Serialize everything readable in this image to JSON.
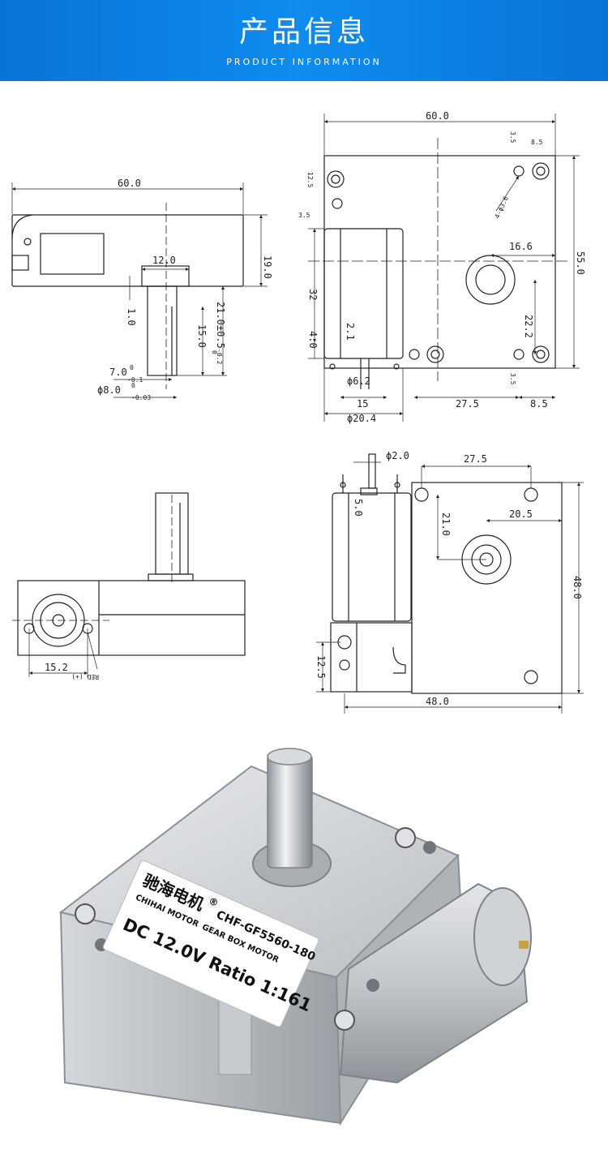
{
  "header": {
    "title": "产品信息",
    "subtitle": "PRODUCT INFORMATION",
    "color": "#0e86ec"
  },
  "drawing_side": {
    "width": "60.0",
    "height": "19.0",
    "shaft_width": "12.0",
    "shaft_gap": "1.0",
    "shaft_length": "21.0±0.5",
    "shaft_flat": "15.0",
    "shaft_flat_tol_top": "0",
    "shaft_flat_tol_bottom": "-0.2",
    "flat_dim": "7.0",
    "flat_tol_top": "0",
    "flat_tol_bottom": "-0.1",
    "dia_dim": "ϕ8.0",
    "dia_tol_top": "0",
    "dia_tol_bottom": "-0.03"
  },
  "drawing_top": {
    "width": "60.0",
    "height": "55.0",
    "hole_offset_x": "8.5",
    "hole_offset_y": "3.5",
    "left_edge": "12.5",
    "left_hole": "3.5",
    "hole_dia": "4-ϕ3.6",
    "motor_len": "32",
    "motor_end": "4.0",
    "pin_len": "2.1",
    "shaft_center_x": "16.6",
    "shaft_center_y": "22.2",
    "pin_dia": "ϕ6.2",
    "motor_width": "15",
    "motor_dia": "ϕ20.4",
    "bottom_span": "27.5",
    "bottom_offset": "8.5",
    "bottom_hole_y": "3.5"
  },
  "drawing_front": {
    "motor_center": "15.2",
    "wire_label": "RED (+)"
  },
  "drawing_back": {
    "pin_dia": "ϕ2.0",
    "top_span": "27.5",
    "pin_height": "5.0",
    "hole_y": "21.0",
    "hole_x": "20.5",
    "height": "48.0",
    "left_gap": "12.5",
    "width": "48.0"
  },
  "photo_label": {
    "brand": "驰海电机",
    "brand_mark": "®",
    "model": "CHF-GF5560-180",
    "brand_en": "CHIHAI MOTOR",
    "product_en": "GEAR BOX MOTOR",
    "spec": "DC 12.0V Ratio 1:161"
  }
}
